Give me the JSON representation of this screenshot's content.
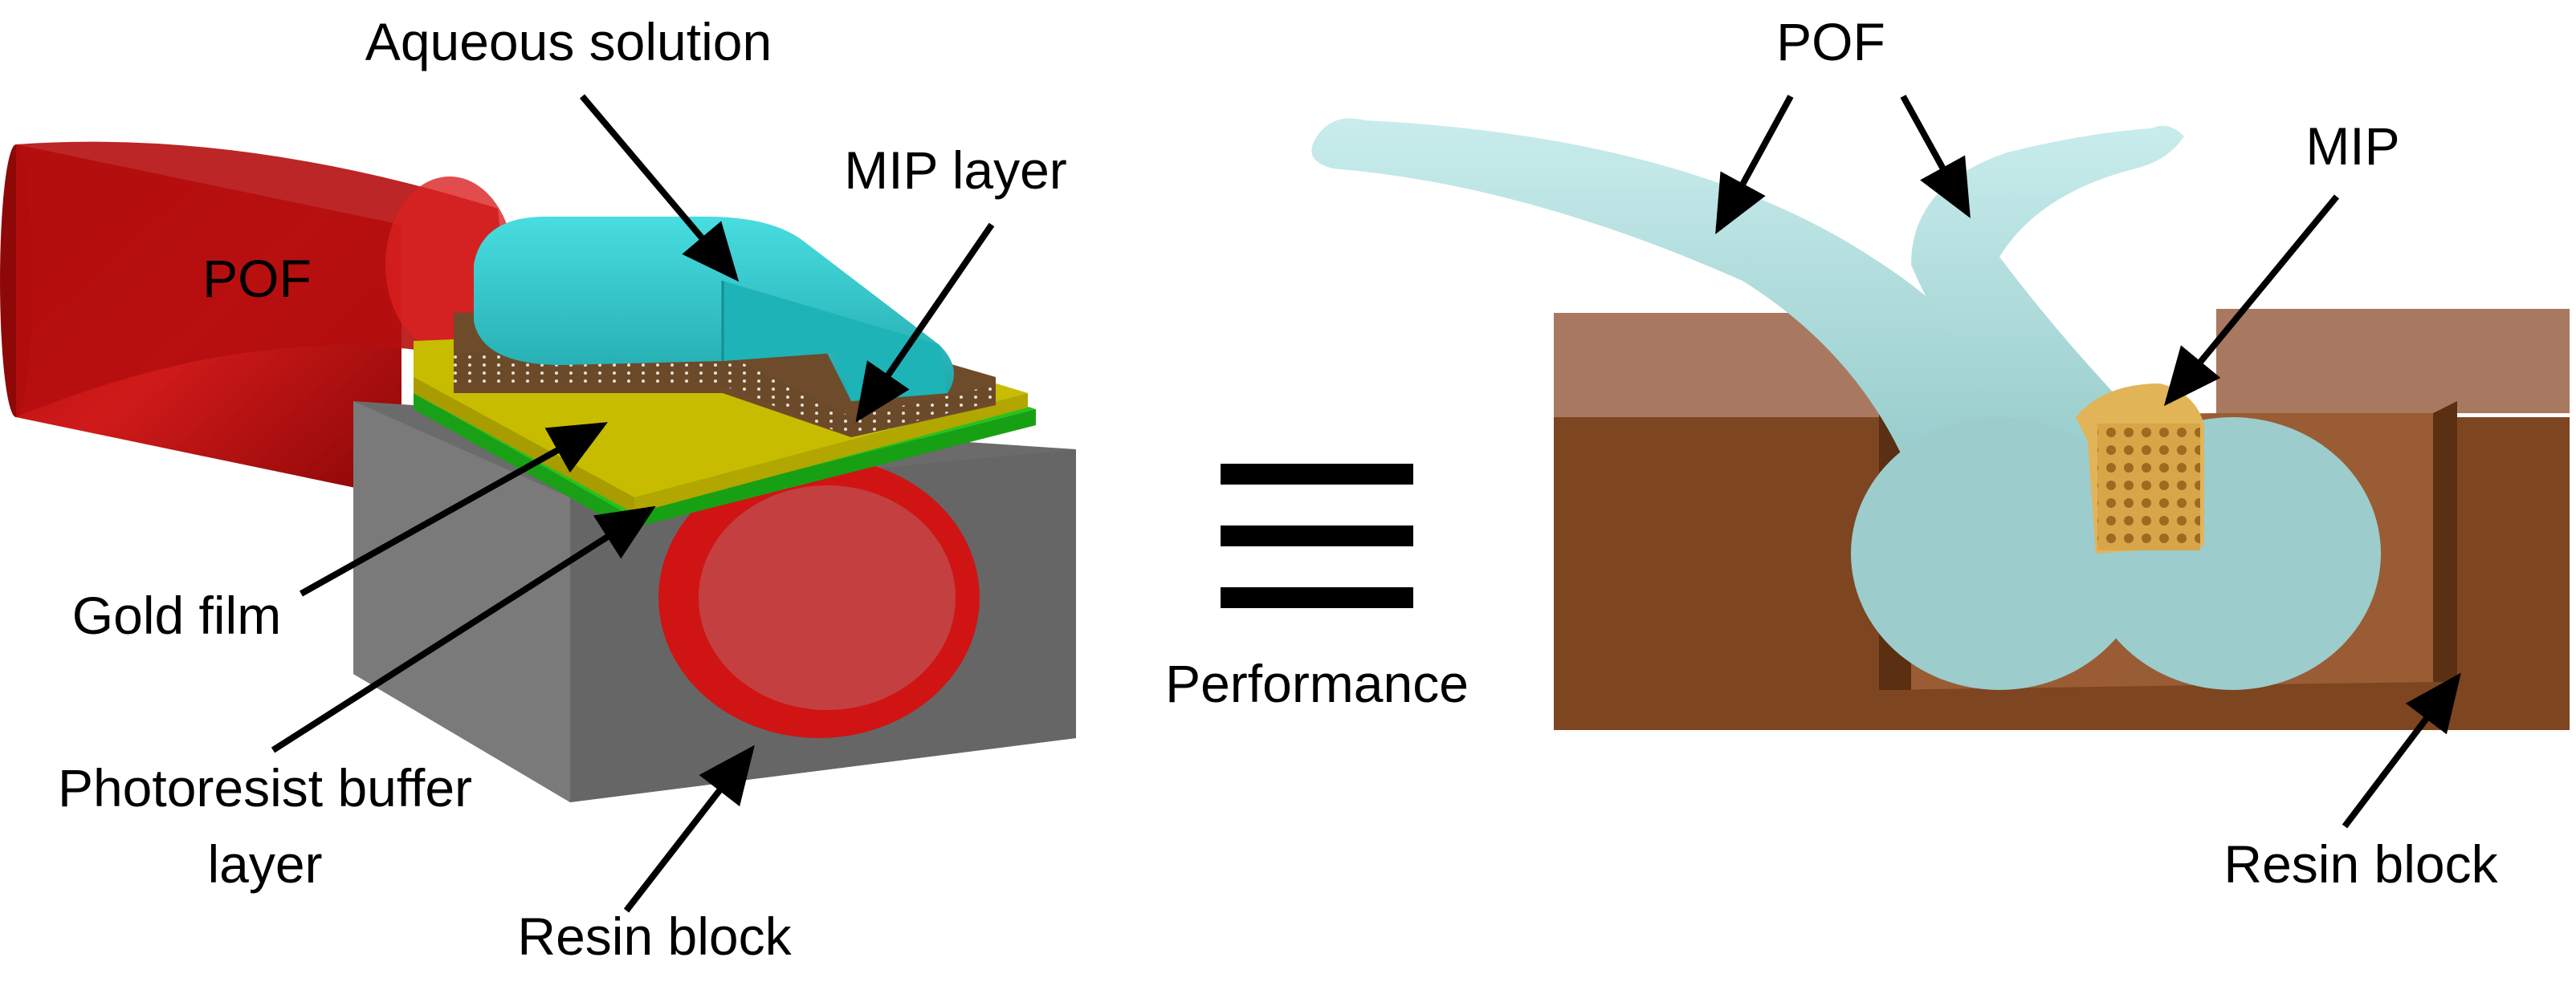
{
  "left_panel": {
    "labels": {
      "aqueous_solution": "Aqueous solution",
      "mip_layer": "MIP layer",
      "pof": "POF",
      "gold_film": "Gold film",
      "photoresist_line1": "Photoresist buffer",
      "photoresist_line2": "layer",
      "resin_block": "Resin block"
    }
  },
  "middle": {
    "symbol": "≡",
    "caption": "Performance"
  },
  "right_panel": {
    "labels": {
      "pof": "POF",
      "mip": "MIP",
      "resin_block": "Resin block"
    }
  },
  "colors": {
    "pof_red": "#c81414",
    "resin_gray": "#6e6e6e",
    "aqueous_cyan": "#2ec4c8",
    "mip_brown": "#6e4b2a",
    "gold_yellow": "#c8bc00",
    "buffer_green": "#22c41e",
    "fiber_cyan": "#a6d8d8",
    "resin_brown": "#7d4520",
    "mip_gold": "#d9a94a"
  }
}
